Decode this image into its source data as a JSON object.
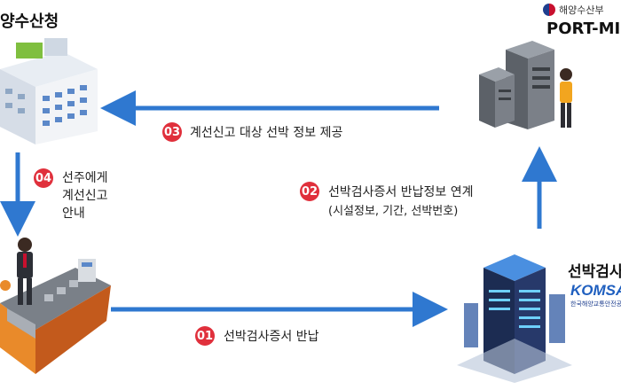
{
  "nodes": {
    "ministry": {
      "label": "양수산청"
    },
    "portmis": {
      "org_label": "해양수산부",
      "label": "PORT-MIS"
    },
    "inspection": {
      "label": "선박검사",
      "logo_text": "KOMSA",
      "logo_sub": "한국해양교통안전공단"
    }
  },
  "steps": [
    {
      "num": "01",
      "text": "선박검사증서 반납"
    },
    {
      "num": "02",
      "text": "선박검사증서 반납정보 연계",
      "sub": "(시설정보, 기간, 선박번호)"
    },
    {
      "num": "03",
      "text": "계선신고 대상 선박 정보 제공"
    },
    {
      "num": "04",
      "lines": [
        "선주에게",
        "계선신고",
        "안내"
      ]
    }
  ],
  "colors": {
    "arrow": "#2f78d0",
    "badge": "#e0303c"
  }
}
